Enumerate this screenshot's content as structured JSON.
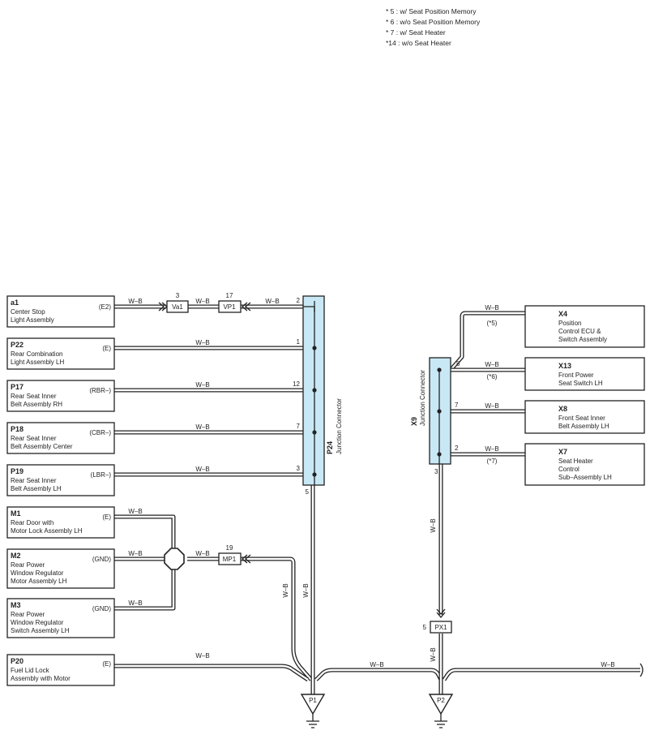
{
  "notes": [
    "* 5 : w/ Seat Position Memory",
    "* 6 : w/o Seat Position Memory",
    "* 7 : w/ Seat Heater",
    "*14 : w/o Seat Heater"
  ],
  "wire_color": "W–B",
  "junction_color": "#c9e8f5",
  "left_components": [
    {
      "code": "a1",
      "lines": [
        "Center Stop",
        "Light Assembly"
      ],
      "terminal": "(E2)"
    },
    {
      "code": "P22",
      "lines": [
        "Rear Combination",
        "Light Assembly LH"
      ],
      "terminal": "(E)"
    },
    {
      "code": "P17",
      "lines": [
        "Rear Seat Inner",
        "Belt Assembly RH"
      ],
      "terminal": "(RBR–)"
    },
    {
      "code": "P18",
      "lines": [
        "Rear Seat Inner",
        "Belt Assembly Center"
      ],
      "terminal": "(CBR–)"
    },
    {
      "code": "P19",
      "lines": [
        "Rear Seat Inner",
        "Belt Assembly LH"
      ],
      "terminal": "(LBR–)"
    },
    {
      "code": "M1",
      "lines": [
        "Rear Door with",
        "Motor Lock Assembly LH"
      ],
      "terminal": "(E)"
    },
    {
      "code": "M2",
      "lines": [
        "Rear Power",
        "Window Regulator",
        "Motor Assembly LH"
      ],
      "terminal": "(GND)"
    },
    {
      "code": "M3",
      "lines": [
        "Rear Power",
        "Window Regulator",
        "Switch Assembly LH"
      ],
      "terminal": "(GND)"
    },
    {
      "code": "P20",
      "lines": [
        "Fuel Lid Lock",
        "Assembly with Motor"
      ],
      "terminal": "(E)"
    }
  ],
  "right_components": [
    {
      "code": "X4",
      "lines": [
        "Position",
        "Control ECU &",
        "Switch Assembly"
      ],
      "note": "(*5)"
    },
    {
      "code": "X13",
      "lines": [
        "Front Power",
        "Seat Switch LH"
      ],
      "note": "(*6)"
    },
    {
      "code": "X8",
      "lines": [
        "Front Seat Inner",
        "Belt Assembly LH"
      ],
      "note": ""
    },
    {
      "code": "X7",
      "lines": [
        "Seat Heater",
        "Control",
        "Sub–Assembly LH"
      ],
      "note": "(*7)"
    }
  ],
  "p24": {
    "code": "P24",
    "name": "Junction Connector",
    "pins": [
      "2",
      "1",
      "12",
      "7",
      "3",
      "5"
    ]
  },
  "x9": {
    "code": "X9",
    "name": "Junction Connector",
    "pins": [
      "8",
      "7",
      "2",
      "3"
    ]
  },
  "inline_connectors": [
    {
      "code": "Va1",
      "pin": "3"
    },
    {
      "code": "VP1",
      "pin": "17"
    },
    {
      "code": "MP1",
      "pin": "19"
    },
    {
      "code": "PX1",
      "pin": "5"
    }
  ],
  "grounds": [
    "P1",
    "P2"
  ]
}
